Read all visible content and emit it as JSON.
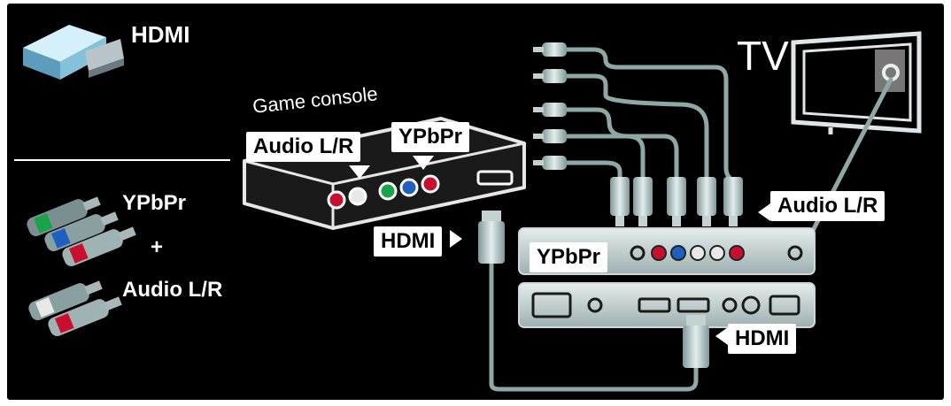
{
  "legend": {
    "hdmi": "HDMI",
    "ypbpr": "YPbPr",
    "plus": "+",
    "audio": "Audio L/R"
  },
  "labels": {
    "game_console": "Game console",
    "tv": "TV",
    "console_audio": "Audio L/R",
    "console_ypbpr": "YPbPr",
    "console_hdmi": "HDMI",
    "panel_ypbpr": "YPbPr",
    "panel_audio": "Audio L/R",
    "panel_hdmi": "HDMI"
  },
  "colors": {
    "background": "#000000",
    "cable": "#8fa8a6",
    "red_jack": "#c8102e",
    "white_jack": "#e8e8e8",
    "green_jack": "#1aa34a",
    "blue_jack": "#1f5fbf"
  }
}
